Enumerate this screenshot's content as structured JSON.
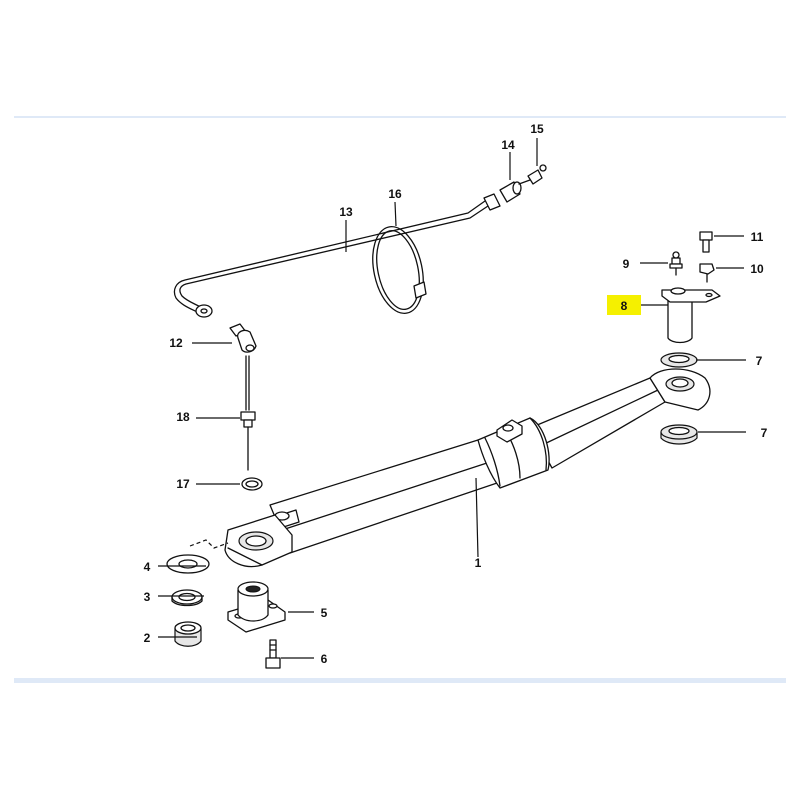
{
  "highlight_color": "#f5f000",
  "frame_color": "#dfe9f7",
  "callouts": [
    {
      "id": "c1",
      "label": "1",
      "highlighted": false
    },
    {
      "id": "c2",
      "label": "2",
      "highlighted": false
    },
    {
      "id": "c3",
      "label": "3",
      "highlighted": false
    },
    {
      "id": "c4",
      "label": "4",
      "highlighted": false
    },
    {
      "id": "c5",
      "label": "5",
      "highlighted": false
    },
    {
      "id": "c6",
      "label": "6",
      "highlighted": false
    },
    {
      "id": "c7a",
      "label": "7",
      "highlighted": false
    },
    {
      "id": "c7b",
      "label": "7",
      "highlighted": false
    },
    {
      "id": "c8",
      "label": "8",
      "highlighted": true
    },
    {
      "id": "c9",
      "label": "9",
      "highlighted": false
    },
    {
      "id": "c10",
      "label": "10",
      "highlighted": false
    },
    {
      "id": "c11",
      "label": "11",
      "highlighted": false
    },
    {
      "id": "c12",
      "label": "12",
      "highlighted": false
    },
    {
      "id": "c13",
      "label": "13",
      "highlighted": false
    },
    {
      "id": "c14",
      "label": "14",
      "highlighted": false
    },
    {
      "id": "c15",
      "label": "15",
      "highlighted": false
    },
    {
      "id": "c16",
      "label": "16",
      "highlighted": false
    },
    {
      "id": "c17",
      "label": "17",
      "highlighted": false
    },
    {
      "id": "c18",
      "label": "18",
      "highlighted": false
    }
  ]
}
